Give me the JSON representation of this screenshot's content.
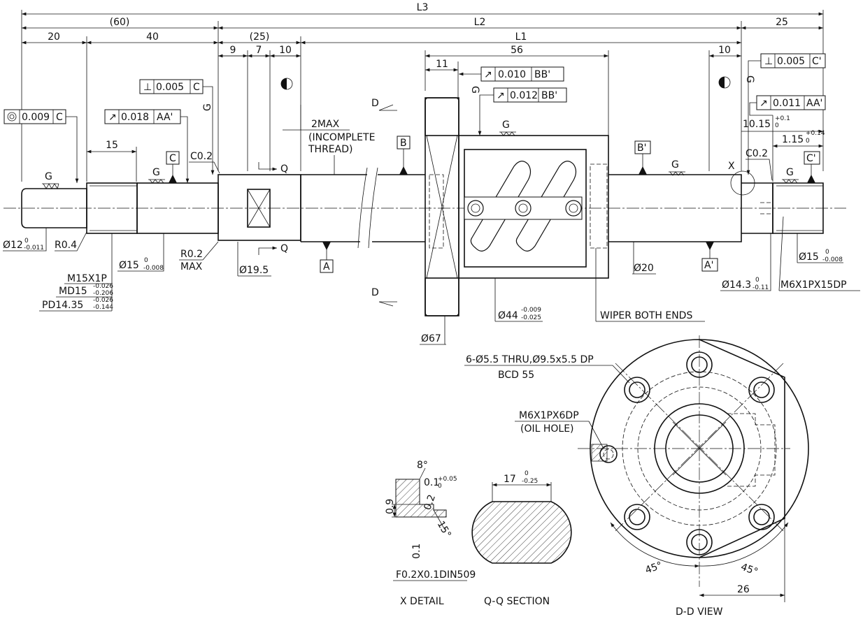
{
  "dims": {
    "L3": "L3",
    "d60": "(60)",
    "L2": "L2",
    "d25r": "25",
    "d20": "20",
    "d40": "40",
    "d25p": "(25)",
    "L1": "L1",
    "d9": "9",
    "d7": "7",
    "d10a": "10",
    "d56": "56",
    "d11": "11",
    "d10b": "10",
    "d15": "15",
    "d17": "17",
    "d26": "26",
    "d1015": "10.15",
    "d115": "1.15"
  },
  "tolerances": {
    "t1": "0.009",
    "t2": "0.005",
    "t3": "0.018",
    "t4": "0.010",
    "t5": "0.012",
    "t6": "0.005",
    "t7": "0.011"
  },
  "datums": {
    "C": "C",
    "AA": "AA'",
    "BB": "BB'",
    "Cp": "C'",
    "A": "A",
    "Ap": "A'",
    "B": "B",
    "Bp": "B'"
  },
  "labels": {
    "G": "G",
    "C02a": "C0.2",
    "C02b": "C0.2",
    "X": "X",
    "Q": "Q",
    "D": "D",
    "max2": "2MAX",
    "incomplete1": "(INCOMPLETE",
    "incomplete2": "THREAD)",
    "phi12": "Ø12",
    "R04": "R0.4",
    "phi15a": "Ø15",
    "R02": "R0.2",
    "MAX": "MAX",
    "phi195": "Ø19.5",
    "phi20": "Ø20",
    "phi143": "Ø14.3",
    "phi15b": "Ø15",
    "M6a": "M6X1PX15DP",
    "M15": "M15X1P",
    "MD15": "MD15",
    "PD": "PD14.35",
    "phi44": "Ø44",
    "phi67": "Ø67",
    "wiper": "WIPER BOTH ENDS",
    "holes": "6-Ø5.5 THRU,Ø9.5x5.5 DP",
    "bcd": "BCD 55",
    "oil1": "M6X1PX6DP",
    "oil2": "(OIL HOLE)",
    "deg8": "8°",
    "deg15": "15°",
    "deg45a": "45°",
    "deg45b": "45°",
    "d01": "0.1",
    "d09": "0.9",
    "d02": "0.2",
    "d01b": "0.1",
    "f02": "F0.2X0.1DIN509",
    "xdetail": "X DETAIL",
    "qq": "Q-Q SECTION",
    "dd": "D-D VIEW"
  },
  "sup": {
    "zero": "0",
    "m0011": "-0.011",
    "m0008": "-0.008",
    "m0026": "-0.026",
    "m0206": "-0.206",
    "m0144": "-0.144",
    "m0009": "-0.009",
    "m0025": "-0.025",
    "m011": "-0.11",
    "p01": "+0.1",
    "p014": "+0.14",
    "p005": "+0.05",
    "m025": "-0.25"
  }
}
